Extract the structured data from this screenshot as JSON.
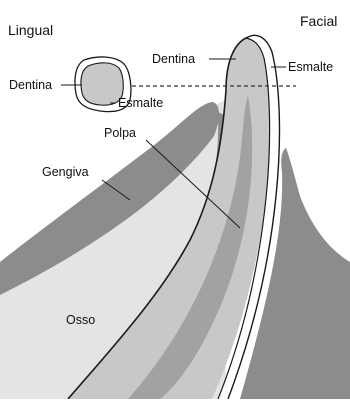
{
  "headers": {
    "left": "Lingual",
    "right": "Facial"
  },
  "labels": {
    "dentina_section": "Dentina",
    "esmalte_section": "Esmalte",
    "dentina_tooth": "Dentina",
    "esmalte_tooth": "Esmalte",
    "polpa": "Polpa",
    "gengiva": "Gengiva",
    "osso": "Osso"
  },
  "colors": {
    "background": "#ffffff",
    "bone": "#e4e4e4",
    "gum": "#8c8c8c",
    "dentin": "#c8c8c8",
    "pulp": "#a2a2a2",
    "enamel": "#ffffff",
    "outline": "#1a1a1a"
  }
}
